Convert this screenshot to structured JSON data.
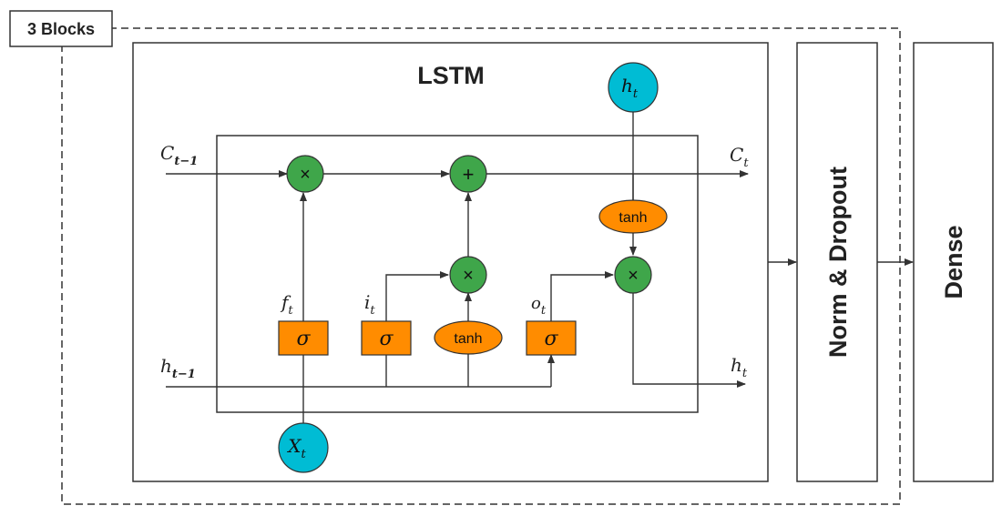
{
  "blocks_label": "3 Blocks",
  "lstm": {
    "title": "LSTM",
    "inputs": {
      "cell_prev": {
        "base": "C",
        "sub": "t−1"
      },
      "hidden_prev": {
        "base": "h",
        "sub": "t−1"
      },
      "input": {
        "base": "X",
        "sub": "t"
      }
    },
    "outputs": {
      "cell": {
        "base": "C",
        "sub": "t"
      },
      "hidden_right": {
        "base": "h",
        "sub": "t"
      },
      "hidden_top": {
        "base": "h",
        "sub": "t"
      }
    },
    "gates": {
      "forget": {
        "label": {
          "base": "f",
          "sub": "t"
        },
        "symbol": "σ"
      },
      "input": {
        "label": {
          "base": "i",
          "sub": "t"
        },
        "symbol": "σ"
      },
      "candidate": {
        "symbol": "tanh"
      },
      "output": {
        "label": {
          "base": "o",
          "sub": "t"
        },
        "symbol": "σ"
      }
    },
    "ops": {
      "mult_forget": "×",
      "add": "+",
      "mult_input": "×",
      "mult_output": "×",
      "tanh_cell": "tanh"
    }
  },
  "norm_dropout_label": "Norm & Dropout",
  "dense_label": "Dense",
  "colors": {
    "green": "#3fa64a",
    "orange": "#ff8c00",
    "cyan": "#00bcd4",
    "line": "#333333"
  }
}
